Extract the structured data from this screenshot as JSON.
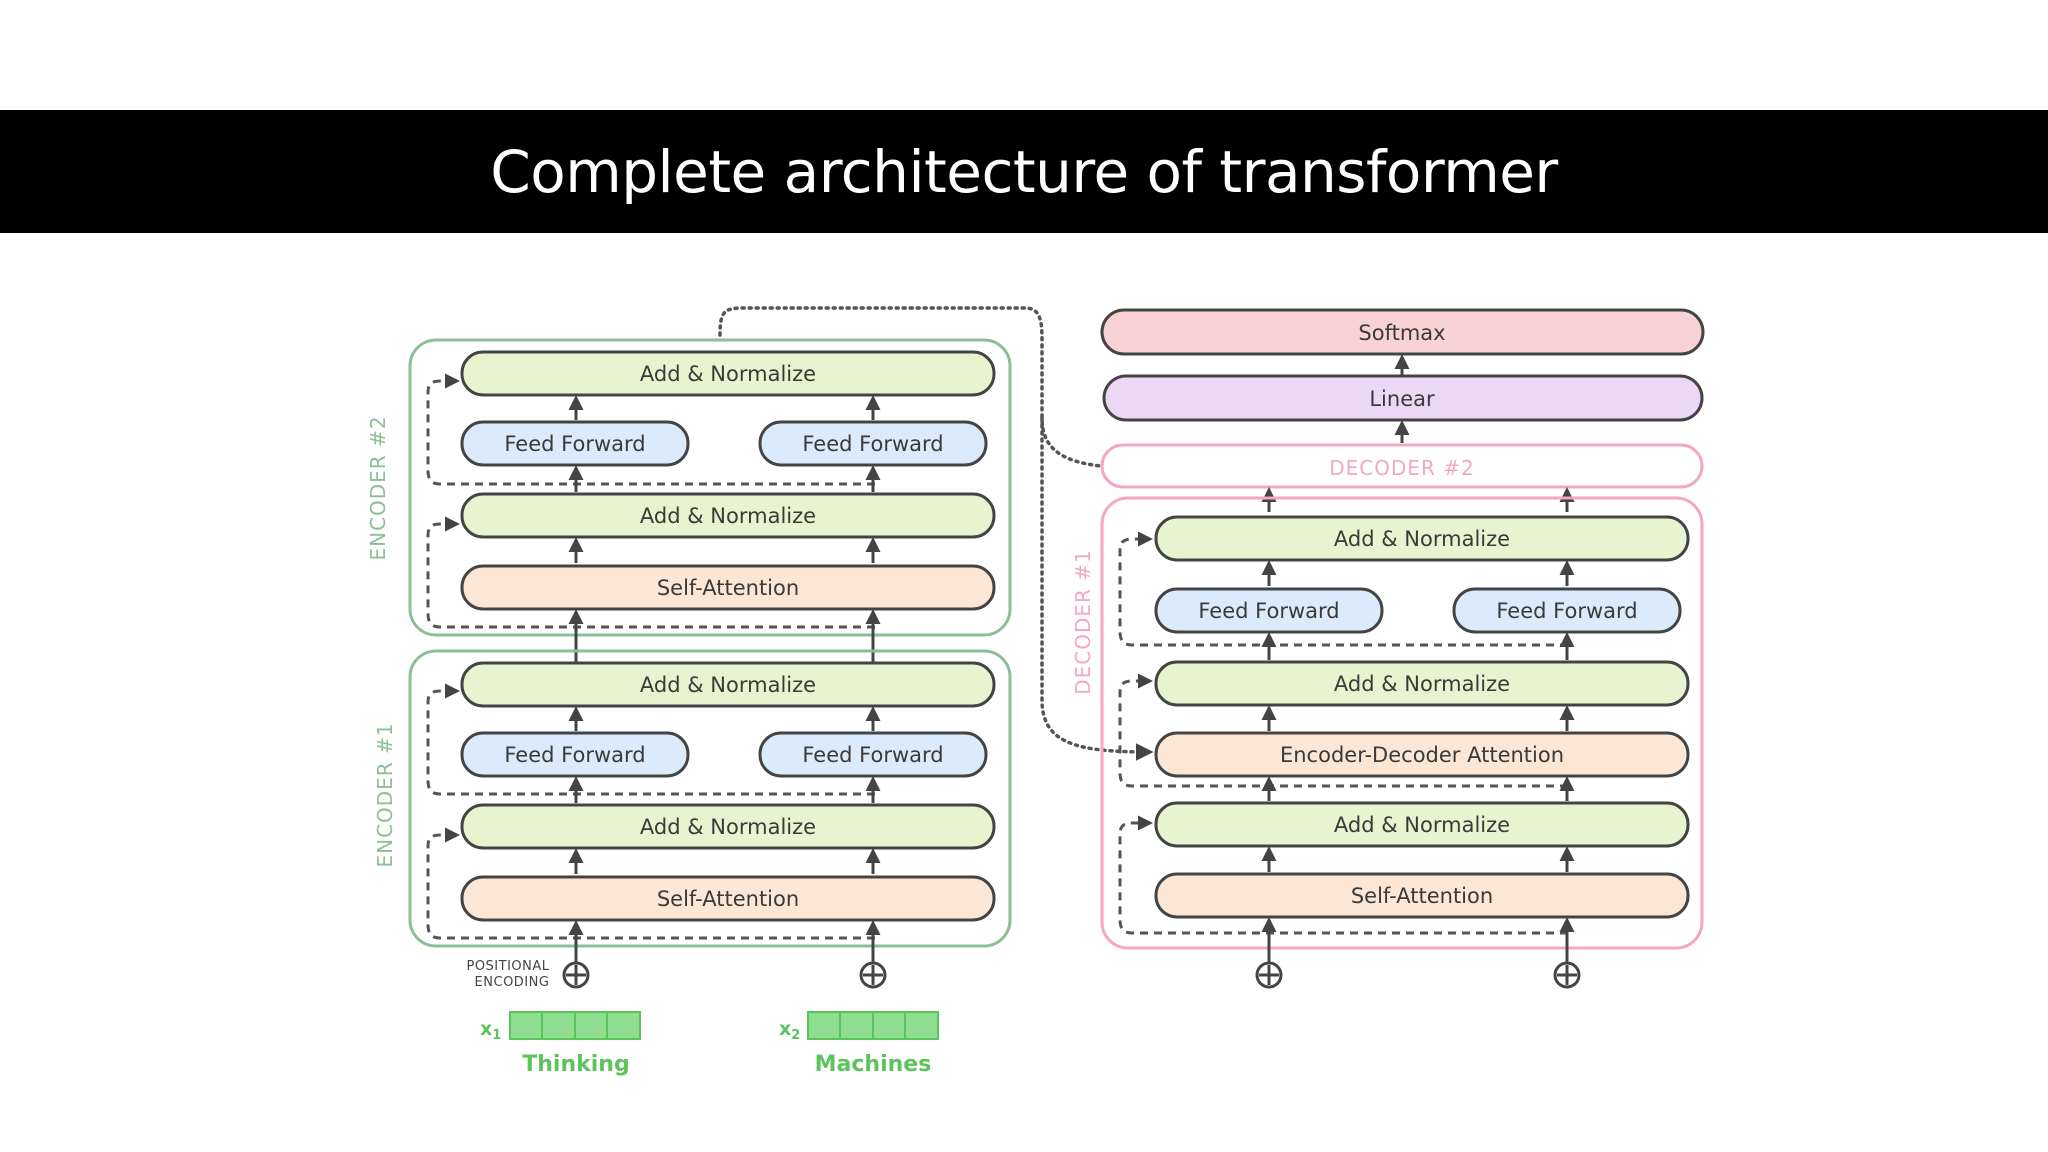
{
  "title": "Complete architecture of transformer",
  "colors": {
    "encoder_border": "#8cbf96",
    "decoder_border": "#f3a6c6",
    "add_normalize_fill": "#e6f5cf",
    "feed_forward_fill": "#dcebfb",
    "attention_fill": "#fce6d6",
    "softmax_fill": "#f9d2d4",
    "linear_fill": "#ecd7f5",
    "input_cell_fill": "#90de90",
    "encoder_label": "#8cbf96",
    "decoder_label": "#f3a6c6"
  },
  "encoder2": {
    "label": "ENCODER #2",
    "add_norm_top": "Add & Normalize",
    "ff_left": "Feed Forward",
    "ff_right": "Feed Forward",
    "add_norm_bottom": "Add & Normalize",
    "self_attention": "Self-Attention"
  },
  "encoder1": {
    "label": "ENCODER #1",
    "add_norm_top": "Add & Normalize",
    "ff_left": "Feed Forward",
    "ff_right": "Feed Forward",
    "add_norm_bottom": "Add & Normalize",
    "self_attention": "Self-Attention"
  },
  "inputs": {
    "positional_encoding_line1": "POSITIONAL",
    "positional_encoding_line2": "ENCODING",
    "x1_label": "x",
    "x1_sub": "1",
    "x2_label": "x",
    "x2_sub": "2",
    "word1": "Thinking",
    "word2": "Machines"
  },
  "decoder": {
    "softmax": "Softmax",
    "linear": "Linear",
    "decoder2_label": "DECODER #2",
    "decoder1_label": "DECODER #1",
    "add_norm_top": "Add & Normalize",
    "ff_left": "Feed Forward",
    "ff_right": "Feed Forward",
    "add_norm_mid": "Add & Normalize",
    "enc_dec_attention": "Encoder-Decoder Attention",
    "add_norm_bottom": "Add & Normalize",
    "self_attention": "Self-Attention"
  }
}
